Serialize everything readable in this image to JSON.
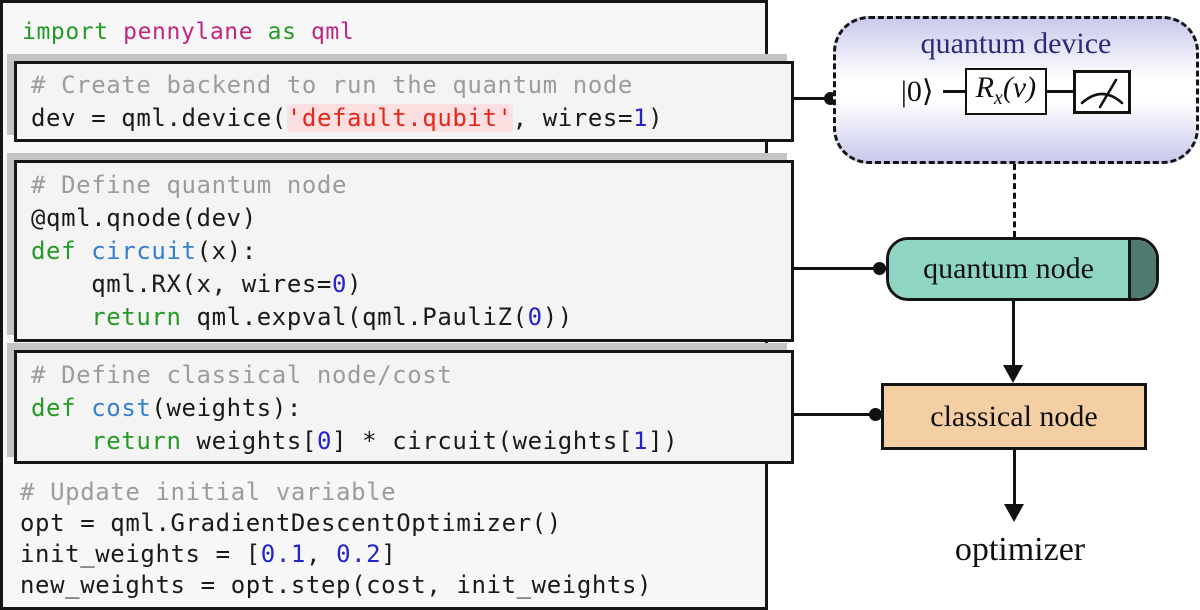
{
  "colors": {
    "green": "#259a25",
    "magenta": "#c0267f",
    "func-blue": "#3580cc",
    "num-blue": "#2323cc",
    "comment-gray": "#9c9c9c",
    "string-red": "#e5261a",
    "string-bg": "#fcdfe0",
    "code-ink": "#1a1a1a",
    "panel-bg": "#f7f7f7",
    "block-bg": "#f4f4f4",
    "shadow-gray": "#c4c4c4",
    "navy": "#2b2b7a",
    "lavender": "#c9c9ec",
    "teal": "#8ed5c4",
    "teal-dark": "#4f7a6f",
    "tan": "#f3cfa3",
    "line-ink": "#111111"
  },
  "code": {
    "import_line": [
      [
        [
          "kw",
          "import"
        ],
        [
          "plain",
          " "
        ],
        [
          "mod",
          "pennylane"
        ],
        [
          "plain",
          " "
        ],
        [
          "kw",
          "as"
        ],
        [
          "plain",
          " "
        ],
        [
          "mod",
          "qml"
        ]
      ]
    ],
    "block_device": [
      [
        [
          "comment",
          "# Create backend to run the quantum node"
        ]
      ],
      [
        [
          "plain",
          "dev = qml.device("
        ],
        [
          "str",
          "'default.qubit'"
        ],
        [
          "plain",
          ", wires="
        ],
        [
          "num",
          "1"
        ],
        [
          "plain",
          ")"
        ]
      ]
    ],
    "block_qnode": [
      [
        [
          "comment",
          "# Define quantum node"
        ]
      ],
      [
        [
          "plain",
          "@qml.qnode(dev)"
        ]
      ],
      [
        [
          "kw",
          "def"
        ],
        [
          "plain",
          " "
        ],
        [
          "fn",
          "circuit"
        ],
        [
          "plain",
          "(x):"
        ]
      ],
      [
        [
          "plain",
          "    qml.RX(x, wires="
        ],
        [
          "num",
          "0"
        ],
        [
          "plain",
          ")"
        ]
      ],
      [
        [
          "plain",
          "    "
        ],
        [
          "kw",
          "return"
        ],
        [
          "plain",
          " qml.expval(qml.PauliZ("
        ],
        [
          "num",
          "0"
        ],
        [
          "plain",
          "))"
        ]
      ]
    ],
    "block_cost": [
      [
        [
          "comment",
          "# Define classical node/cost"
        ]
      ],
      [
        [
          "kw",
          "def"
        ],
        [
          "plain",
          " "
        ],
        [
          "fn",
          "cost"
        ],
        [
          "plain",
          "(weights):"
        ]
      ],
      [
        [
          "plain",
          "    "
        ],
        [
          "kw",
          "return"
        ],
        [
          "plain",
          " weights["
        ],
        [
          "num",
          "0"
        ],
        [
          "plain",
          "] * circuit(weights["
        ],
        [
          "num",
          "1"
        ],
        [
          "plain",
          "])"
        ]
      ]
    ],
    "footer": [
      [
        [
          "comment",
          "# Update initial variable"
        ]
      ],
      [
        [
          "plain",
          "opt = qml.GradientDescentOptimizer()"
        ]
      ],
      [
        [
          "plain",
          "init_weights = ["
        ],
        [
          "num",
          "0.1"
        ],
        [
          "plain",
          ", "
        ],
        [
          "num",
          "0.2"
        ],
        [
          "plain",
          "]"
        ]
      ],
      [
        [
          "plain",
          "new_weights = opt.step(cost, init_weights)"
        ]
      ]
    ]
  },
  "diagram": {
    "quantum_device": {
      "title": "quantum device",
      "ket": "|0⟩",
      "gate_main": "R",
      "gate_sub": "x",
      "gate_args": "(v)"
    },
    "quantum_node": {
      "label": "quantum node"
    },
    "classical_node": {
      "label": "classical node"
    },
    "optimizer": {
      "label": "optimizer"
    }
  }
}
